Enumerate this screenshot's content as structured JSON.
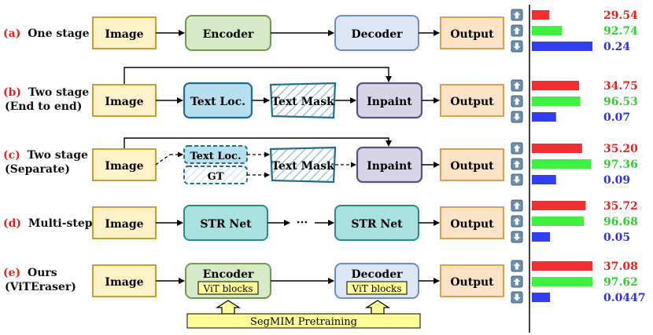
{
  "rows": [
    {
      "tag": "(a)",
      "title_lines": [
        "One stage"
      ],
      "nodes": {
        "image": "Image",
        "encoder": "Encoder",
        "decoder": "Decoder",
        "output": "Output"
      },
      "metrics": [
        "29.54",
        "92.74",
        "0.24"
      ]
    },
    {
      "tag": "(b)",
      "title_lines": [
        "Two stage",
        "(End to end)"
      ],
      "nodes": {
        "image": "Image",
        "textloc": "Text Loc.",
        "textmask": "Text Mask",
        "inpaint": "Inpaint",
        "output": "Output"
      },
      "metrics": [
        "34.75",
        "96.53",
        "0.07"
      ]
    },
    {
      "tag": "(c)",
      "title_lines": [
        "Two stage",
        "(Separate)"
      ],
      "nodes": {
        "image": "Image",
        "textloc": "Text Loc.",
        "gt": "GT",
        "textmask": "Text Mask",
        "inpaint": "Inpaint",
        "output": "Output"
      },
      "metrics": [
        "35.20",
        "97.36",
        "0.09"
      ]
    },
    {
      "tag": "(d)",
      "title_lines": [
        "Multi-step"
      ],
      "nodes": {
        "image": "Image",
        "str1": "STR Net",
        "dots": "···",
        "str2": "STR Net",
        "output": "Output"
      },
      "metrics": [
        "35.72",
        "96.68",
        "0.05"
      ]
    },
    {
      "tag": "(e)",
      "title_lines": [
        "Ours",
        "(ViTEraser)"
      ],
      "nodes": {
        "image": "Image",
        "encoder": "Encoder",
        "vit1": "ViT blocks",
        "decoder": "Decoder",
        "vit2": "ViT blocks",
        "output": "Output",
        "pretrain": "SegMIM Pretraining"
      },
      "metrics": [
        "37.08",
        "97.62",
        "0.0447"
      ]
    }
  ],
  "metric_bars": [
    [
      0.29,
      0.5,
      1.0
    ],
    [
      0.78,
      0.8,
      0.4
    ],
    [
      0.83,
      0.98,
      0.4
    ],
    [
      0.89,
      0.86,
      0.3
    ],
    [
      1.0,
      1.0,
      0.3
    ]
  ],
  "metric_icons": [
    "arrow-up-icon",
    "arrow-up-icon",
    "arrow-down-icon"
  ],
  "colors": {
    "tag_red": "#e8201a",
    "image_fill": "#fdf1c8",
    "image_stroke": "#c8a12c",
    "encoder_fill": "#d6eac8",
    "encoder_stroke": "#6f9a4d",
    "decoder_fill": "#dce6f5",
    "decoder_stroke": "#6b8cc4",
    "output_fill": "#fde3c6",
    "output_stroke": "#d8a050",
    "textloc_fill": "#b6e0f0",
    "textloc_stroke": "#1e6f8e",
    "inpaint_fill": "#d8d4e8",
    "inpaint_stroke": "#5a5080",
    "str_fill": "#a9e0e0",
    "str_stroke": "#2a8a90",
    "vit_fill": "#ffff99",
    "vit_stroke": "#a0a000",
    "bar_red": "#f03030",
    "bar_green": "#40f040",
    "bar_blue": "#3040f0",
    "val_red": "#e8201a",
    "val_green": "#30d030",
    "val_blue": "#3030e0"
  }
}
